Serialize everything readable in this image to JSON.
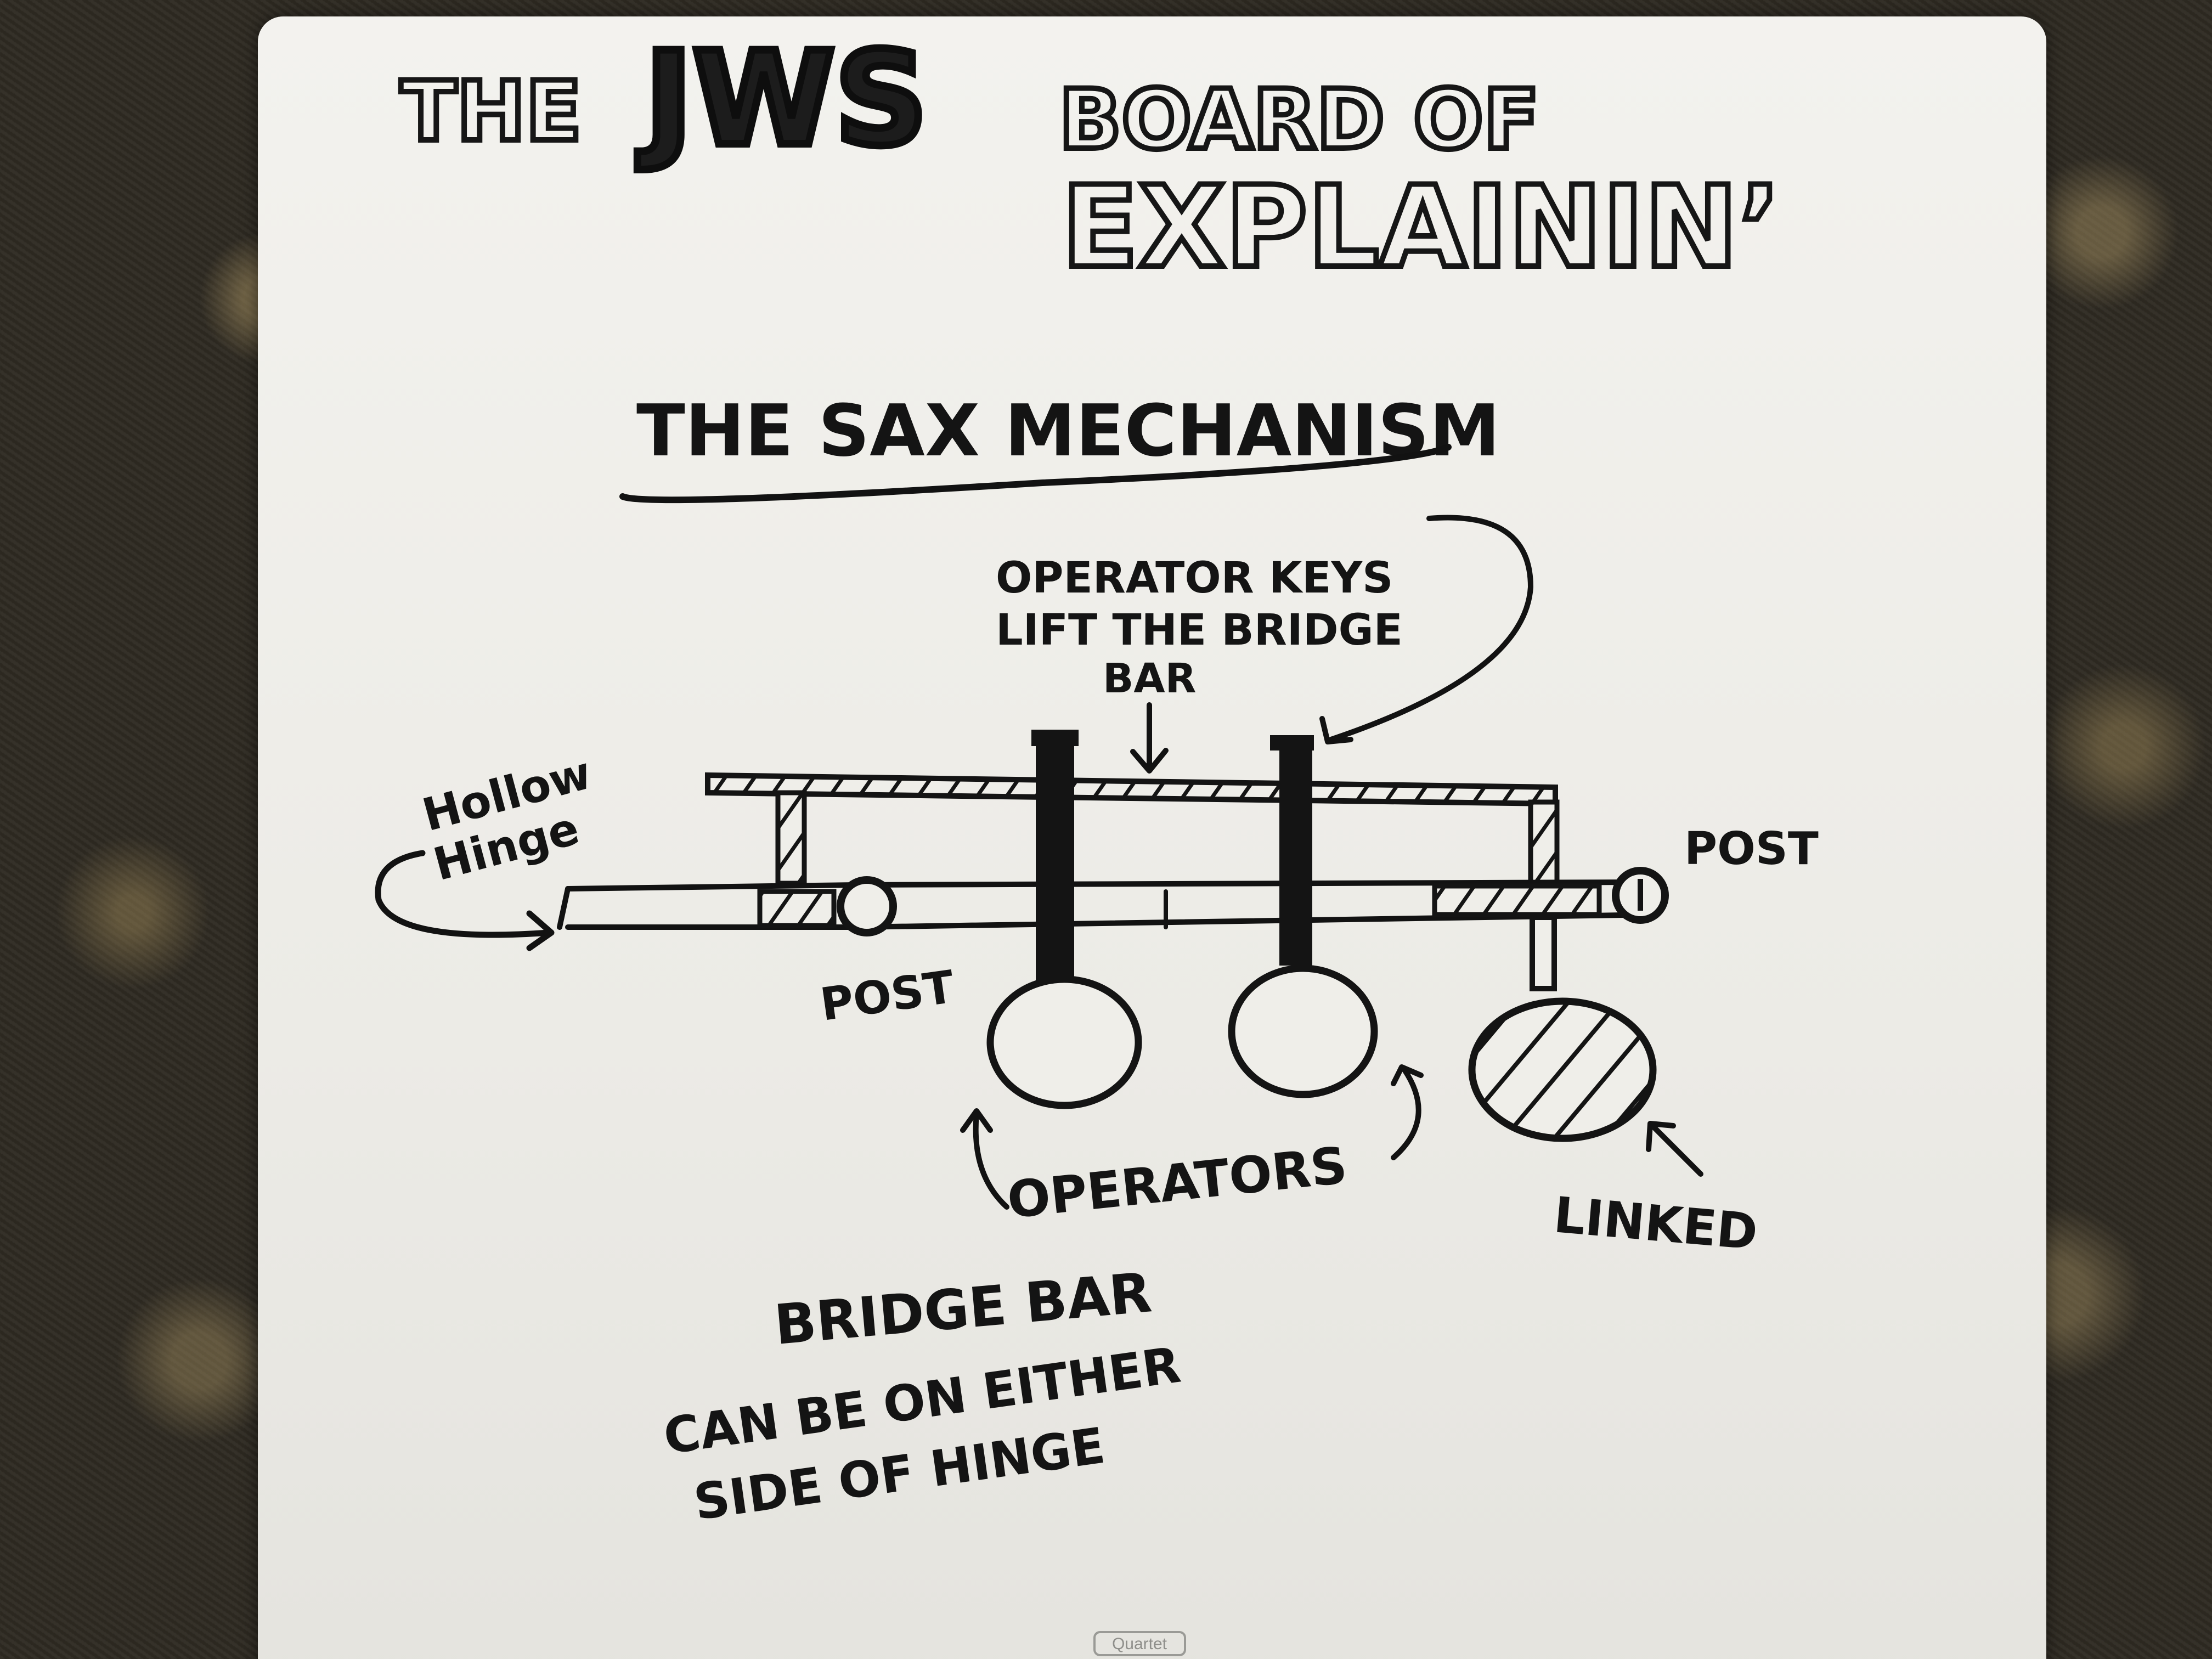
{
  "header": {
    "line1_the": "THE",
    "line1_jws": "JWS",
    "line1_rest": "BOARD OF",
    "line2": "EXPLAININ’"
  },
  "diagram": {
    "title": "THE SAX MECHANISM",
    "labels": {
      "operator_keys": [
        "OPERATOR KEYS",
        "LIFT THE BRIDGE",
        "BAR"
      ],
      "hollow_hinge": [
        "Hollow",
        "Hinge"
      ],
      "post_right": "POST",
      "post_left": "POST",
      "operators": "OPERATORS",
      "linked": "LINKED"
    },
    "note": [
      "BRIDGE BAR",
      "CAN BE ON EITHER",
      "SIDE OF HINGE"
    ]
  },
  "brand": "Quartet",
  "colors": {
    "board": "#efeee9",
    "ink": "#141414",
    "carpet": "#2e2a22"
  }
}
